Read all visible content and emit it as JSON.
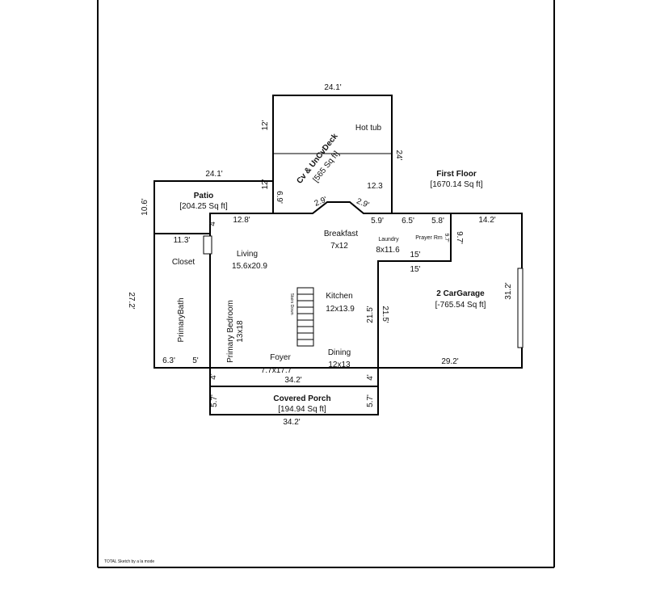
{
  "title": {
    "name": "First Floor",
    "area": "[1670.14 Sq ft]"
  },
  "areas": {
    "deck": {
      "name": "Cv & UnCvDeck",
      "area": "[565 Sq ft]"
    },
    "patio": {
      "name": "Patio",
      "area": "[204.25 Sq ft]"
    },
    "garage": {
      "name": "2 CarGarage",
      "area": "[-765.54 Sq ft]"
    },
    "porch": {
      "name": "Covered Porch",
      "area": "[194.94 Sq ft]"
    }
  },
  "rooms": {
    "hot_tub": "Hot tub",
    "deck_val": "12.3",
    "breakfast": {
      "name": "Breakfast",
      "size": "7x12"
    },
    "laundry": {
      "name": "Laundry",
      "size": "8x11.6"
    },
    "prayer": "Prayer Rm",
    "living": {
      "name": "Living",
      "size": "15.6x20.9"
    },
    "closet": "Closet",
    "kitchen": {
      "name": "Kitchen",
      "size": "12x13.9"
    },
    "primary_bath": "PrimaryBath",
    "primary_bed": {
      "name": "Primary Bedroom",
      "size": "13x18"
    },
    "foyer": {
      "name": "Foyer",
      "size": "7.7x17.7"
    },
    "dining": {
      "name": "Dining",
      "size": "12x13"
    },
    "stairs": "Stairs Down"
  },
  "dims": {
    "deck_top": "24.1'",
    "deck_left": "12'",
    "deck_right": "24'",
    "deck_inner": "12'",
    "deck_69": "6.9'",
    "deck_29a": "2.9'",
    "deck_29b": "2.9'",
    "patio_top": "24.1'",
    "patio_left": "10.6'",
    "d_4a": "4'",
    "d_128": "12.8'",
    "d_113": "11.3'",
    "d_59": "5.9'",
    "d_65": "6.5'",
    "d_58": "5.8'",
    "d_142": "14.2'",
    "d_97": "9.7'",
    "d_15a": "15'",
    "d_15b": "15'",
    "left_272": "27.2'",
    "garage_312": "31.2'",
    "d_215a": "21.5'",
    "d_215b": "21.5'",
    "garage_292": "29.2'",
    "d_63": "6.3'",
    "d_5": "5'",
    "d_4b": "4'",
    "d_342a": "34.2'",
    "d_4c": "4'",
    "porch_57a": "5.7'",
    "porch_57b": "5.7'",
    "porch_bottom": "34.2'"
  },
  "footer": "TOTAL Sketch by a la mode"
}
